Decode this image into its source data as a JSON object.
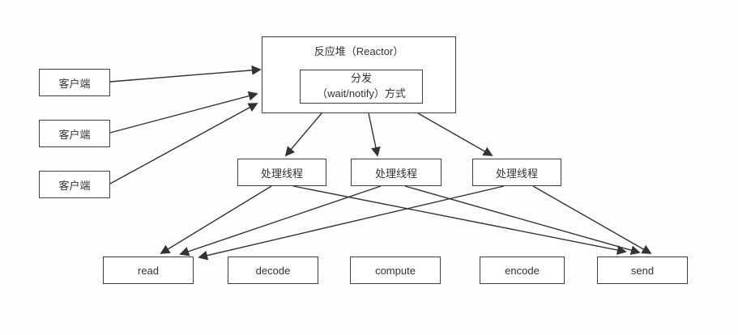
{
  "theme": {
    "bg": "#fdfdfd",
    "box-border": "#404040",
    "box-fill": "#ffffff",
    "line": "#333333",
    "text": "#333333"
  },
  "diagram": {
    "clients": [
      {
        "label": "客户端"
      },
      {
        "label": "客户端"
      },
      {
        "label": "客户端"
      }
    ],
    "reactor": {
      "title": "反应堆（Reactor）",
      "dispatch_line1": "分发",
      "dispatch_line2": "（wait/notify）方式"
    },
    "threads": [
      {
        "label": "处理线程"
      },
      {
        "label": "处理线程"
      },
      {
        "label": "处理线程"
      }
    ],
    "handlers": [
      {
        "label": "read"
      },
      {
        "label": "decode"
      },
      {
        "label": "compute"
      },
      {
        "label": "encode"
      },
      {
        "label": "send"
      }
    ]
  }
}
